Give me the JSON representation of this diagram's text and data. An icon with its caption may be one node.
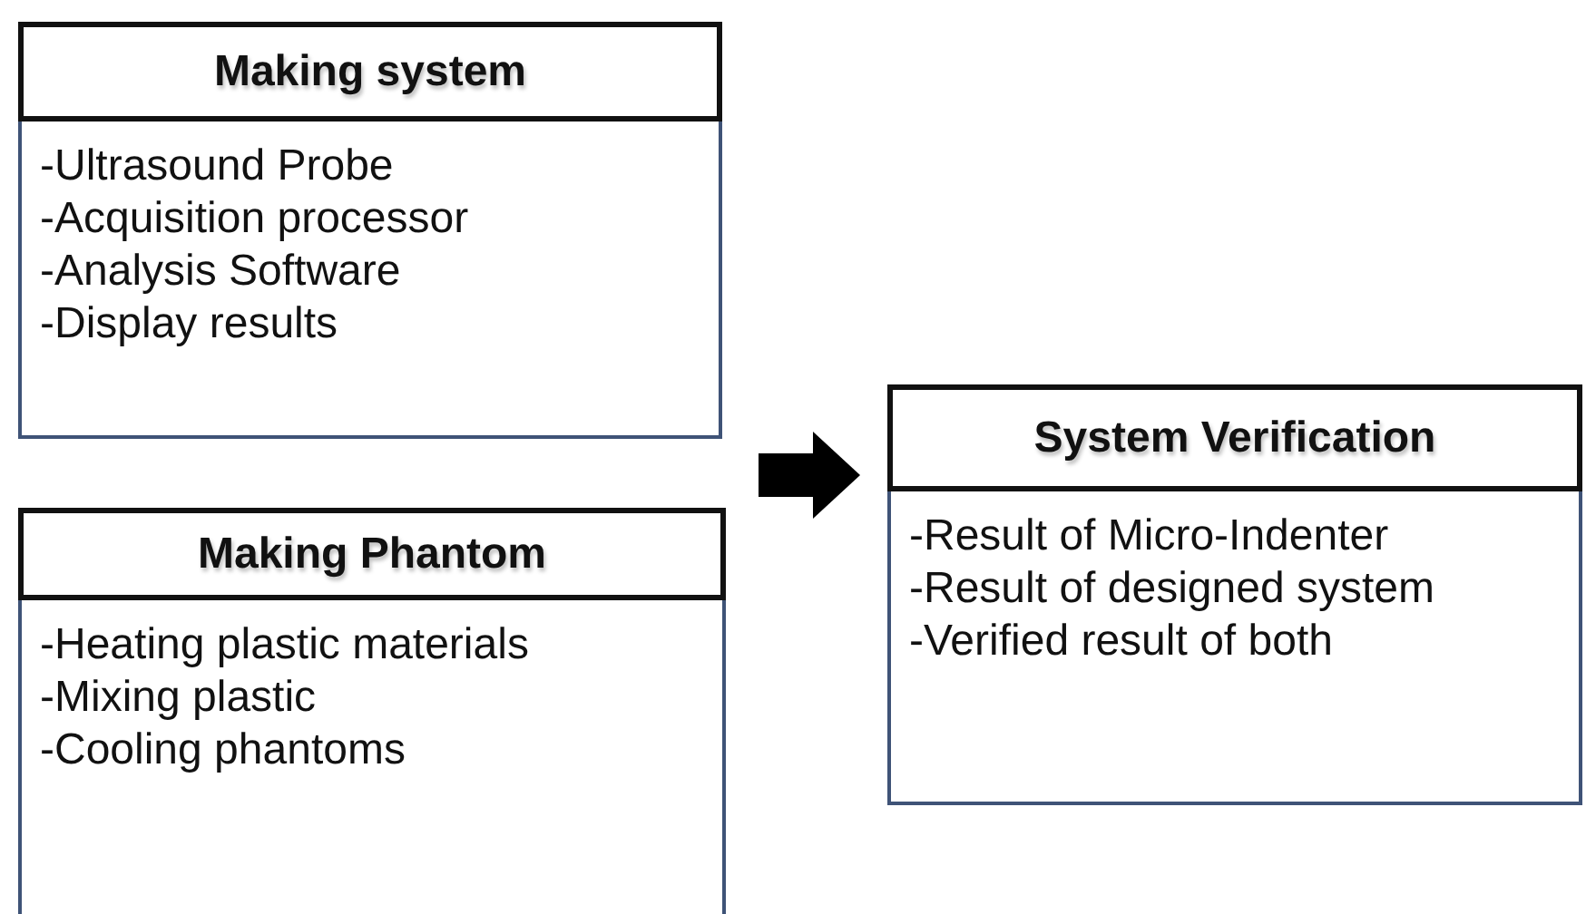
{
  "diagram": {
    "nodes": [
      {
        "text": [
          "Making system",
          "-Ultrasound Probe",
          "-Acquisition processor",
          "-Analysis Software",
          "-Display results"
        ]
      },
      {
        "text": [
          "Making Phantom",
          "-Heating plastic materials",
          "-Mixing plastic",
          "-Cooling phantoms"
        ]
      },
      {
        "text": [
          "System Verification",
          "-Result of Micro-Indenter",
          "-Result of designed system",
          "-Verified result of both"
        ]
      }
    ],
    "edges": [
      {
        "from": null,
        "to": 2,
        "arrow": "to"
      }
    ]
  }
}
